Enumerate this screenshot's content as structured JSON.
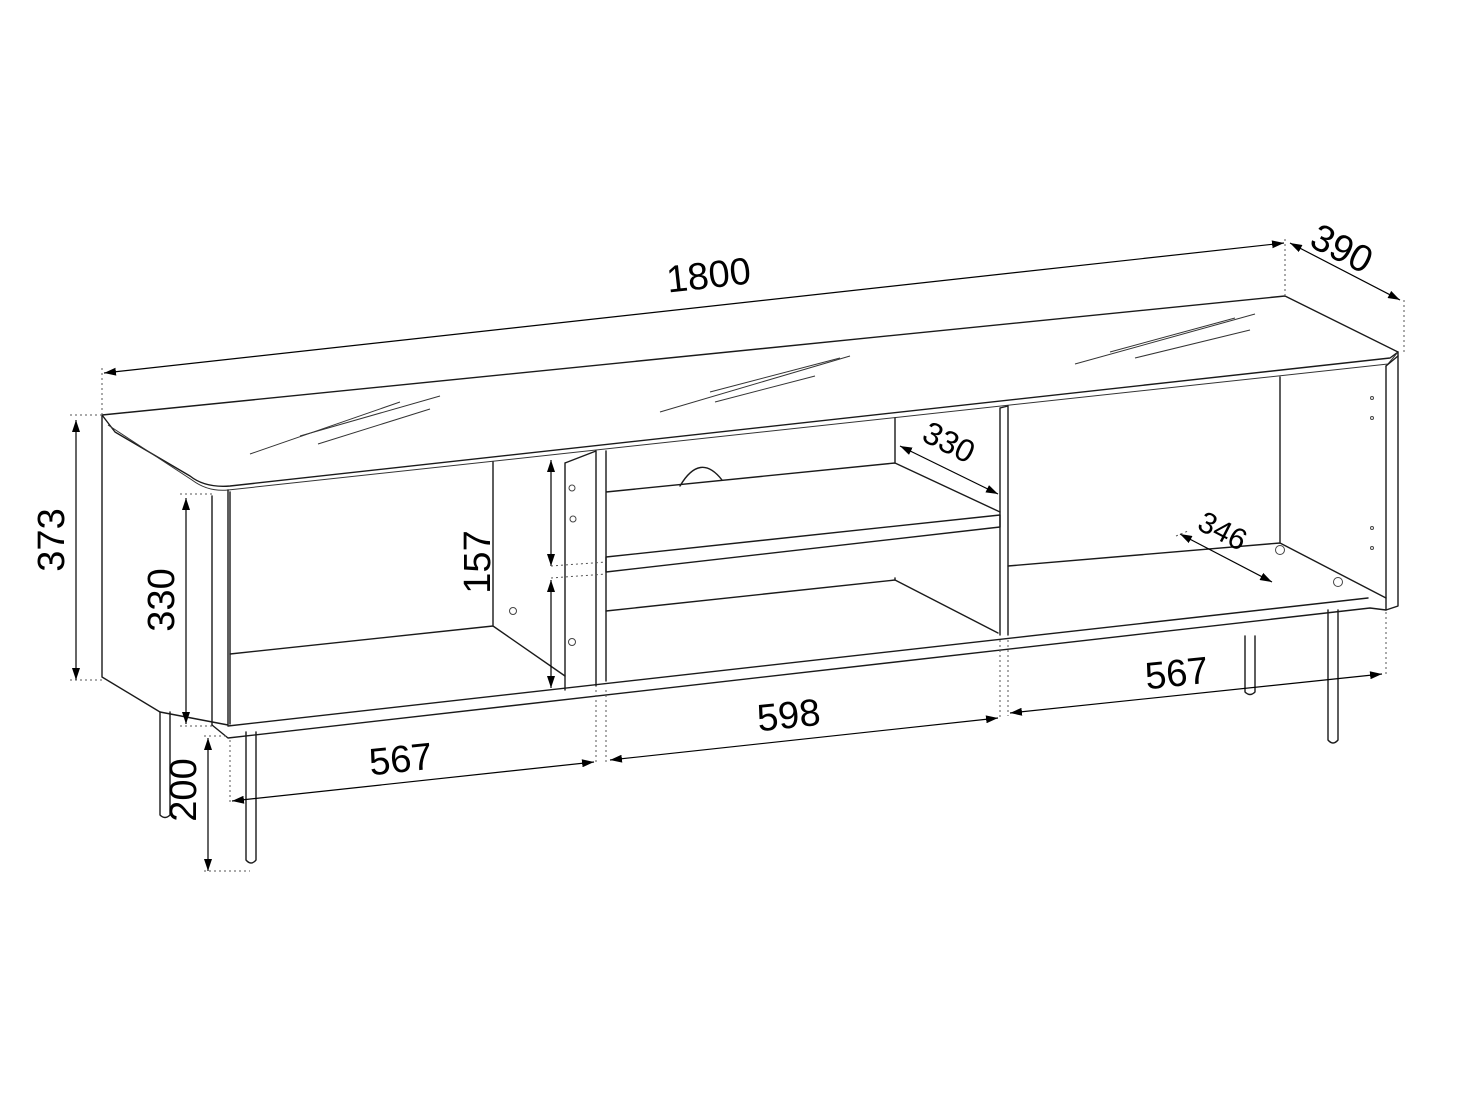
{
  "dimensions": {
    "total_width": "1800",
    "depth": "390",
    "total_height": "373",
    "body_inner_height": "330",
    "shelf_gap_height": "157",
    "middle_shelf_depth": "330",
    "right_floor_depth": "346",
    "right_compartment_width": "567",
    "middle_compartment_width": "598",
    "left_compartment_width": "567",
    "leg_height": "200"
  },
  "colors": {
    "line": "#1a1a1a",
    "background": "#ffffff"
  }
}
